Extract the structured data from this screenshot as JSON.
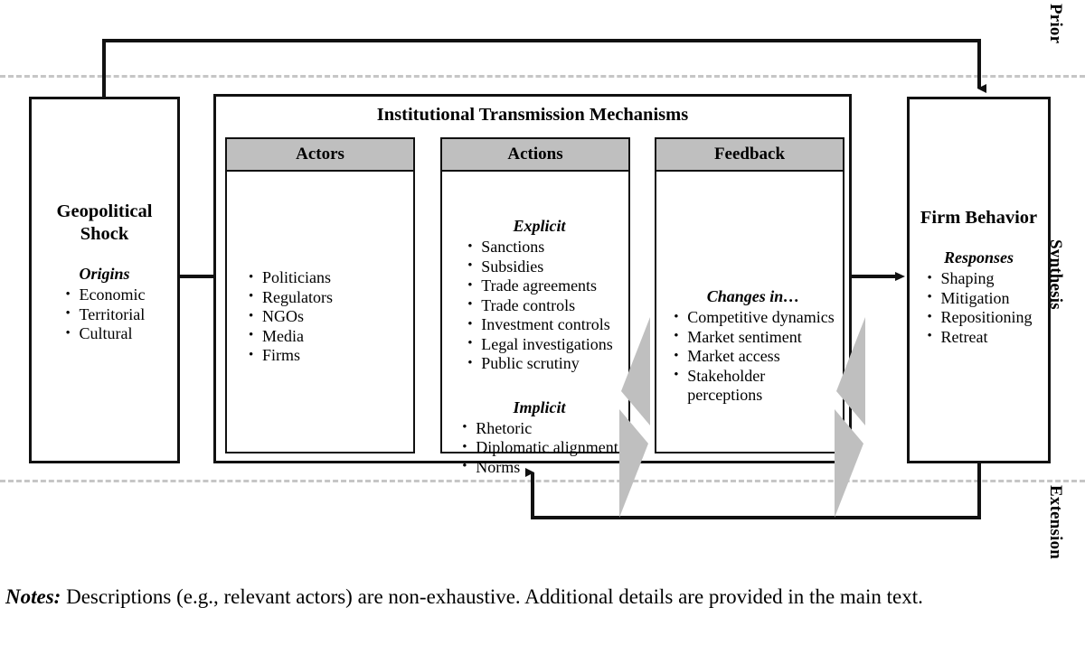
{
  "figure": {
    "bands": [
      {
        "id": "prior",
        "label": "Prior"
      },
      {
        "id": "synthesis",
        "label": "Synthesis"
      },
      {
        "id": "extension",
        "label": "Extension"
      }
    ],
    "colors": {
      "outline": "#111111",
      "header_fill": "#bfbfbf",
      "chevron_fill": "#bfbfbf",
      "band_divider": "#c6c6c6",
      "background": "#ffffff"
    }
  },
  "shock": {
    "title": "Geopolitical\nShock",
    "title_line1": "Geopolitical",
    "title_line2": "Shock",
    "subhead": "Origins",
    "items": [
      "Economic",
      "Territorial",
      "Cultural"
    ]
  },
  "itm": {
    "title": "Institutional Transmission Mechanisms",
    "columns": [
      {
        "id": "actors",
        "header": "Actors",
        "items": [
          "Politicians",
          "Regulators",
          "NGOs",
          "Media",
          "Firms"
        ]
      },
      {
        "id": "actions",
        "header": "Actions",
        "groups": [
          {
            "head": "Explicit",
            "items": [
              "Sanctions",
              "Subsidies",
              "Trade agreements",
              "Trade controls",
              "Investment controls",
              "Legal investigations",
              "Public scrutiny"
            ]
          },
          {
            "head": "Implicit",
            "items": [
              "Rhetoric",
              "Diplomatic alignment",
              "Norms"
            ]
          }
        ]
      },
      {
        "id": "feedback",
        "header": "Feedback",
        "subhead": "Changes in…",
        "items": [
          "Competitive dynamics",
          "Market sentiment",
          "Market access",
          "Stakeholder",
          "perceptions"
        ]
      }
    ]
  },
  "firm": {
    "title": "Firm Behavior",
    "subhead": "Responses",
    "items": [
      "Shaping",
      "Mitigation",
      "Repositioning",
      "Retreat"
    ]
  },
  "connectors": [
    {
      "id": "shock-to-firm-top",
      "from": "Geopolitical Shock",
      "to": "Firm Behavior",
      "arrow": "down"
    },
    {
      "id": "shock-to-itm",
      "from": "Geopolitical Shock",
      "to": "Institutional Transmission Mechanisms",
      "arrow": "none"
    },
    {
      "id": "itm-to-firm",
      "from": "Institutional Transmission Mechanisms",
      "to": "Firm Behavior",
      "arrow": "right"
    },
    {
      "id": "firm-to-itm-bottom",
      "from": "Firm Behavior",
      "to": "Institutional Transmission Mechanisms",
      "arrow": "up"
    },
    {
      "id": "actors-actions-exchange",
      "kind": "bidirectional-chevron"
    },
    {
      "id": "actions-feedback-exchange",
      "kind": "bidirectional-chevron"
    }
  ],
  "notes": {
    "label": "Notes:",
    "text": " Descriptions (e.g., relevant actors) are non-exhaustive. Additional details are provided in the main text."
  }
}
